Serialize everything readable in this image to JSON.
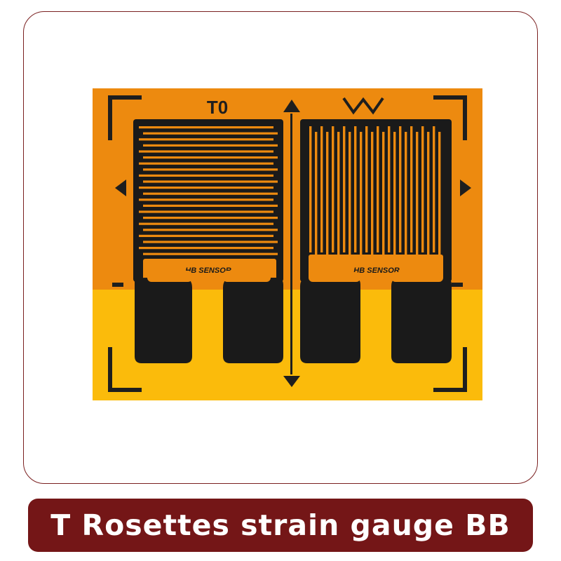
{
  "product": {
    "left_grid_label": "T0",
    "right_grid_label": "W",
    "brand_logo_left": "HB SENSOR",
    "brand_logo_right": "HB SENSOR",
    "colors": {
      "film_orange": "#ed8a0f",
      "film_yellow": "#fbbb0b",
      "foil_black": "#1a1a1a",
      "marks": "#1e1e1e"
    }
  },
  "caption": {
    "text": "T Rosettes strain gauge BB",
    "background": "#741617",
    "color": "#ffffff"
  }
}
